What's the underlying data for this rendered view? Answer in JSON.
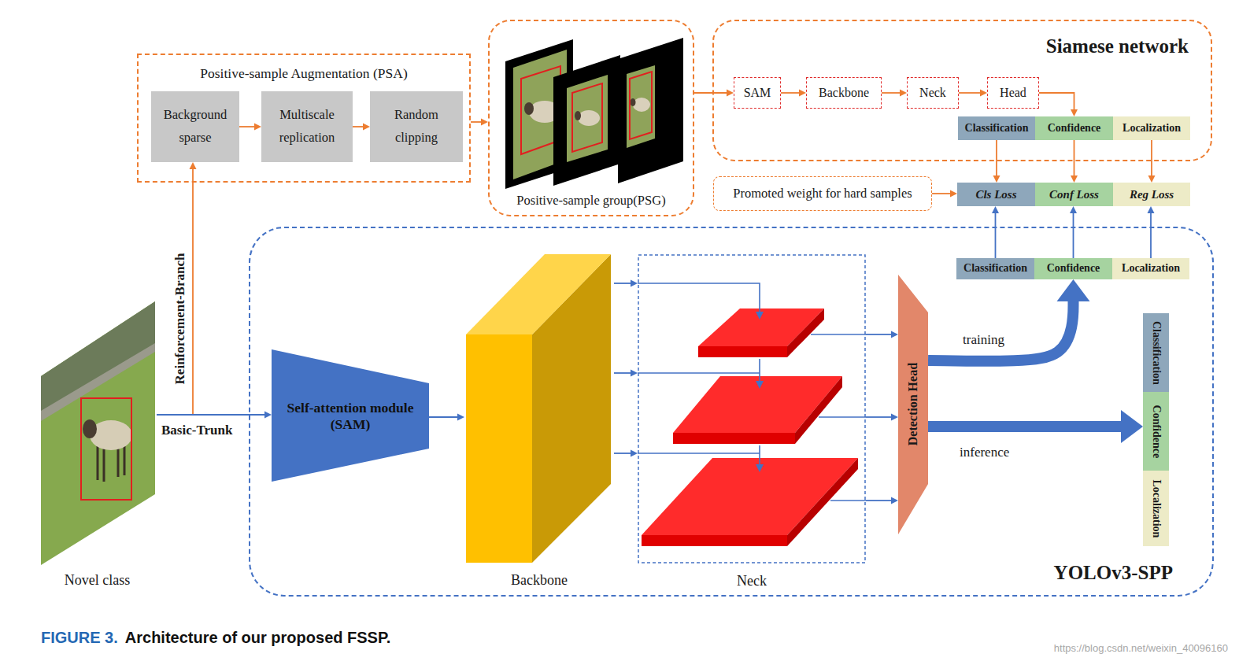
{
  "diagram": {
    "caption": "Architecture of our proposed FSSP.",
    "nodes": [
      {
        "text": [
          "Positive-sample Augmentation (PSA)"
        ]
      },
      {
        "text": [
          "Background sparse"
        ],
        "in": 0
      },
      {
        "text": [
          "Multiscale replication"
        ],
        "in": 0
      },
      {
        "text": [
          "Random clipping"
        ],
        "in": 0
      },
      {
        "text": [
          "Positive-sample group(PSG)"
        ]
      },
      {
        "text": [
          "Siamese network"
        ]
      },
      {
        "text": [
          "SAM"
        ],
        "in": 5
      },
      {
        "text": [
          "Backbone"
        ],
        "in": 5
      },
      {
        "text": [
          "Neck"
        ],
        "in": 5
      },
      {
        "text": [
          "Head"
        ],
        "in": 5
      },
      {
        "text": [
          "Classification"
        ],
        "in": 5
      },
      {
        "text": [
          "Confidence"
        ],
        "in": 5
      },
      {
        "text": [
          "Localization"
        ],
        "in": 5
      },
      {
        "text": [
          "Promoted weight for hard samples"
        ]
      },
      {
        "text": [
          "Cls Loss"
        ]
      },
      {
        "text": [
          "Conf Loss"
        ]
      },
      {
        "text": [
          "Reg Loss"
        ]
      },
      {
        "text": [
          "YOLOv3-SPP"
        ]
      },
      {
        "text": [
          "Self-attention module (SAM)"
        ],
        "in": 17
      },
      {
        "text": [
          "Backbone"
        ],
        "in": 17
      },
      {
        "text": [
          "Neck"
        ],
        "in": 17
      },
      {
        "text": [
          "Detection Head"
        ],
        "in": 17
      },
      {
        "text": [
          "Classification"
        ],
        "in": 17
      },
      {
        "text": [
          "Confidence"
        ],
        "in": 17
      },
      {
        "text": [
          "Localization"
        ],
        "in": 17
      },
      {
        "text": [
          "Classification"
        ],
        "in": 17
      },
      {
        "text": [
          "Confidence"
        ],
        "in": 17
      },
      {
        "text": [
          "Localization"
        ],
        "in": 17
      },
      {
        "text": [
          "Novel class"
        ]
      }
    ],
    "edges": [
      {
        "from": 1,
        "to": 2,
        "arrow": "to"
      },
      {
        "from": 2,
        "to": 3,
        "arrow": "to"
      },
      {
        "from": 0,
        "to": 4,
        "arrow": "to"
      },
      {
        "from": 4,
        "to": 6,
        "arrow": "to"
      },
      {
        "from": 6,
        "to": 7,
        "arrow": "to"
      },
      {
        "from": 7,
        "to": 8,
        "arrow": "to"
      },
      {
        "from": 8,
        "to": 9,
        "arrow": "to"
      },
      {
        "from": 9,
        "to": 11,
        "arrow": "to"
      },
      {
        "from": 10,
        "to": 14,
        "arrow": "to"
      },
      {
        "from": 11,
        "to": 15,
        "arrow": "to"
      },
      {
        "from": 12,
        "to": 16,
        "arrow": "to"
      },
      {
        "from": 13,
        "to": 14,
        "arrow": "to"
      },
      {
        "from": 22,
        "to": 14,
        "arrow": "to"
      },
      {
        "from": 23,
        "to": 15,
        "arrow": "to"
      },
      {
        "from": 24,
        "to": 16,
        "arrow": "to"
      },
      {
        "from": 28,
        "to": 18,
        "label": "Basic-Trunk",
        "arrow": "to"
      },
      {
        "from": 28,
        "to": 1,
        "label": "Reinforcement-Branch",
        "arrow": "to"
      },
      {
        "from": 18,
        "to": 19,
        "arrow": "to"
      },
      {
        "from": 19,
        "to": 20,
        "arrow": "to"
      },
      {
        "from": 19,
        "to": 20,
        "arrow": "to"
      },
      {
        "from": 19,
        "to": 20,
        "arrow": "to"
      },
      {
        "from": 20,
        "to": 21,
        "arrow": "to"
      },
      {
        "from": 20,
        "to": 21,
        "arrow": "to"
      },
      {
        "from": 20,
        "to": 21,
        "arrow": "to"
      },
      {
        "from": 21,
        "to": 23,
        "label": "training",
        "arrow": "to"
      },
      {
        "from": 21,
        "to": 26,
        "label": "inference",
        "arrow": "to"
      }
    ],
    "labels": [
      "FIGURE 3.",
      "https://blog.csdn.net/weixin_40096160"
    ]
  }
}
